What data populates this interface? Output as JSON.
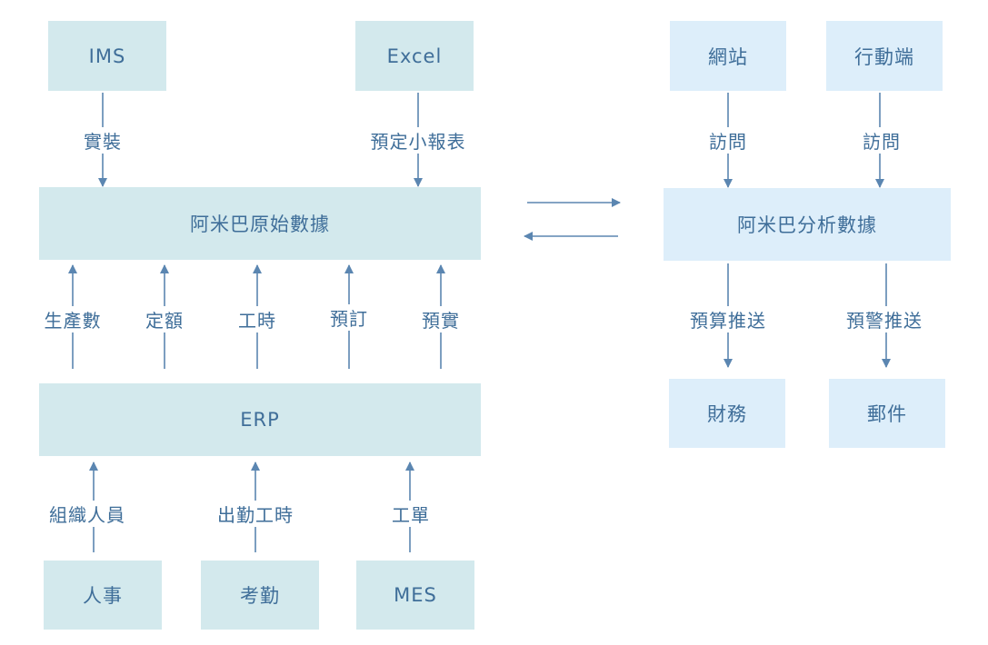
{
  "colors": {
    "box_teal": "#d3e9ed",
    "box_sky": "#ddeefa",
    "line": "#5b86b1",
    "text": "#3f6e99"
  },
  "nodes": {
    "ims": "IMS",
    "excel": "Excel",
    "amoeba_raw": "阿米巴原始數據",
    "erp": "ERP",
    "hr": "人事",
    "attendance": "考勤",
    "mes": "MES",
    "website": "網站",
    "mobile": "行動端",
    "amoeba_analysis": "阿米巴分析數據",
    "finance": "財務",
    "mail": "郵件"
  },
  "edges": {
    "ims_raw": "實裝",
    "excel_raw": "預定小報表",
    "production": "生產數",
    "quota": "定額",
    "work_hours": "工時",
    "booking": "預訂",
    "actual": "預實",
    "org_staff": "組織人員",
    "attendance_hours": "出勤工時",
    "work_order": "工單",
    "website_visit": "訪問",
    "mobile_visit": "訪問",
    "budget_push": "預算推送",
    "alert_push": "預警推送"
  }
}
